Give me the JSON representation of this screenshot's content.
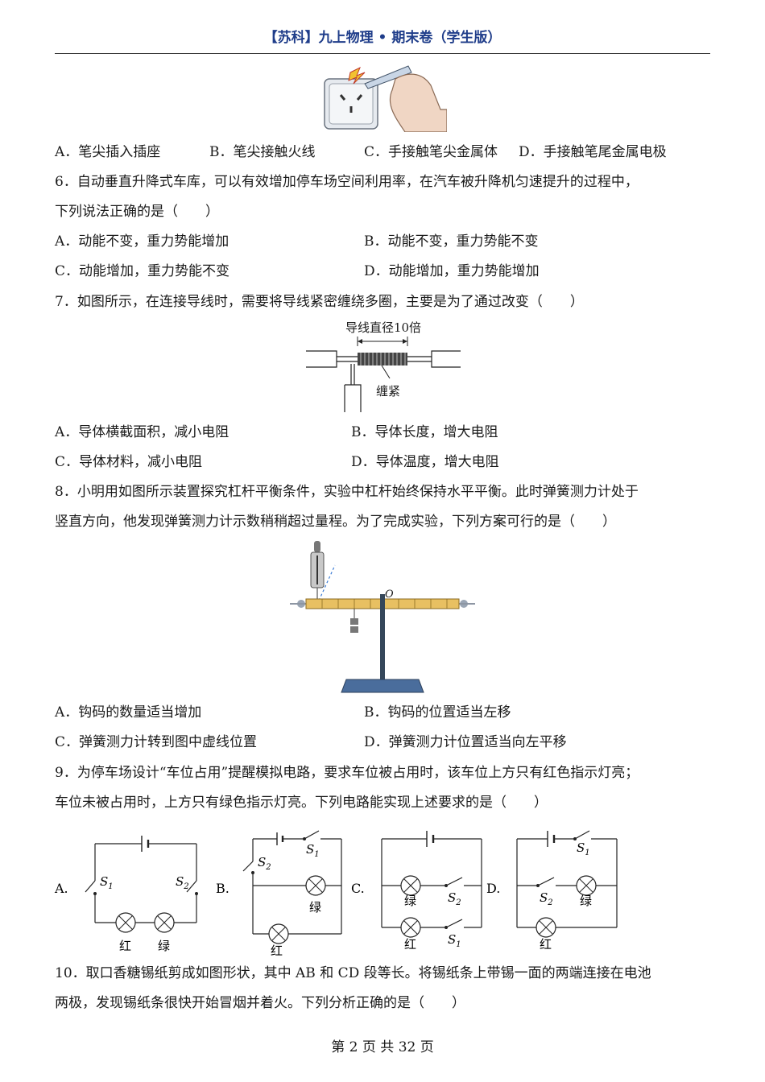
{
  "header": {
    "title": "【苏科】九上物理 • 期末卷（学生版）"
  },
  "q5": {
    "options": [
      "A．笔尖插入插座",
      "B．笔尖接触火线",
      "C．手接触笔尖金属体",
      "D．手接触笔尾金属电极"
    ]
  },
  "q6": {
    "line1": "6．自动垂直升降式车库，可以有效增加停车场空间利用率，在汽车被升降机匀速提升的过程中，",
    "line2": "下列说法正确的是（　　）",
    "options": [
      "A．动能不变，重力势能增加",
      "B．动能不变，重力势能不变",
      "C．动能增加，重力势能不变",
      "D．动能增加，重力势能增加"
    ]
  },
  "q7": {
    "line1": "7．如图所示，在连接导线时，需要将导线紧密缠绕多圈，主要是为了通过改变（　　）",
    "figure": {
      "label_top": "导线直径10倍",
      "label_bottom": "缠紧"
    },
    "options": [
      "A．导体横截面积，减小电阻",
      "B．导体长度，增大电阻",
      "C．导体材料，减小电阻",
      "D．导体温度，增大电阻"
    ]
  },
  "q8": {
    "line1": "8．小明用如图所示装置探究杠杆平衡条件，实验中杠杆始终保持水平平衡。此时弹簧测力计处于",
    "line2": "竖直方向，他发现弹簧测力计示数稍稍超过量程。为了完成实验，下列方案可行的是（　　）",
    "figure": {
      "pivot_label": "O"
    },
    "options": [
      "A．钩码的数量适当增加",
      "B．钩码的位置适当左移",
      "C．弹簧测力计转到图中虚线位置",
      "D．弹簧测力计位置适当向左平移"
    ]
  },
  "q9": {
    "line1": "9．为停车场设计“车位占用”提醒模拟电路，要求车位被占用时，该车位上方只有红色指示灯亮；",
    "line2": "车位未被占用时，上方只有绿色指示灯亮。下列电路能实现上述要求的是（　　）",
    "circuits": {
      "a": {
        "label": "A.",
        "s1": "S",
        "s1_sub": "1",
        "s2": "S",
        "s2_sub": "2",
        "red": "红",
        "green": "绿"
      },
      "b": {
        "label": "B.",
        "s1": "S",
        "s1_sub": "1",
        "s2": "S",
        "s2_sub": "2",
        "red": "红",
        "green": "绿"
      },
      "c": {
        "label": "C.",
        "s1": "S",
        "s1_sub": "1",
        "s2": "S",
        "s2_sub": "2",
        "red": "红",
        "green": "绿"
      },
      "d": {
        "label": "D.",
        "s1": "S",
        "s1_sub": "1",
        "s2": "S",
        "s2_sub": "2",
        "red": "红",
        "green": "绿"
      }
    }
  },
  "q10": {
    "line1": "10．取口香糖锡纸剪成如图形状，其中 AB 和 CD 段等长。将锡纸条上带锡一面的两端连接在电池",
    "line2": "两极，发现锡纸条很快开始冒烟并着火。下列分析正确的是（　　）"
  },
  "footer": {
    "page": "第 2 页 共 32 页"
  }
}
